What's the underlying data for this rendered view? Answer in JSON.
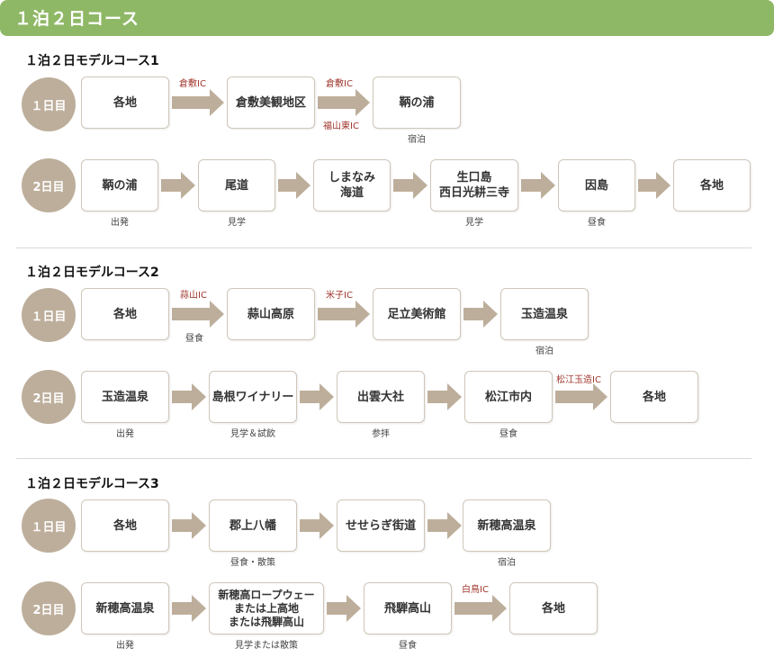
{
  "header": {
    "title": "１泊２日コース"
  },
  "courses": [
    {
      "title": "１泊２日モデルコース1",
      "day1": {
        "label": "１日目",
        "spots": [
          "各地",
          "倉敷美観地区",
          "鞆の浦"
        ],
        "arrow_top": [
          "倉敷IC",
          "倉敷IC"
        ],
        "arrow_bottom": [
          "",
          "福山東IC"
        ],
        "notes": [
          "",
          "",
          "宿泊"
        ]
      },
      "day2": {
        "label": "2日目",
        "spots": [
          "鞆の浦",
          "尾道",
          "しまなみ\n海道",
          "生口島\n西日光耕三寺",
          "因島",
          "各地"
        ],
        "notes": [
          "出発",
          "見学",
          "",
          "見学",
          "昼食",
          ""
        ]
      }
    },
    {
      "title": "１泊２日モデルコース2",
      "day1": {
        "label": "１日目",
        "spots": [
          "各地",
          "蒜山高原",
          "足立美術館",
          "玉造温泉"
        ],
        "arrow_top": [
          "蒜山IC",
          "米子IC",
          ""
        ],
        "arrow_bottom": [
          "昼食",
          "",
          ""
        ],
        "notes": [
          "",
          "",
          "",
          "宿泊"
        ]
      },
      "day2": {
        "label": "2日目",
        "spots": [
          "玉造温泉",
          "島根ワイナリー",
          "出雲大社",
          "松江市内",
          "各地"
        ],
        "arrow_top": [
          "",
          "",
          "",
          "松江玉造IC"
        ],
        "notes": [
          "出発",
          "見学＆試飲",
          "参拝",
          "昼食",
          ""
        ]
      }
    },
    {
      "title": "１泊２日モデルコース3",
      "day1": {
        "label": "１日目",
        "spots": [
          "各地",
          "郡上八幡",
          "せせらぎ街道",
          "新穂高温泉"
        ],
        "notes": [
          "",
          "昼食・散策",
          "",
          "宿泊"
        ]
      },
      "day2": {
        "label": "2日目",
        "spots": [
          "新穂高温泉",
          "新穂高ロープウェー\nまたは上高地\nまたは飛騨高山",
          "飛騨高山",
          "各地"
        ],
        "arrow_top": [
          "",
          "",
          "白鳥IC"
        ],
        "notes": [
          "出発",
          "見学または散策",
          "昼食",
          ""
        ]
      }
    }
  ],
  "colors": {
    "header_bg": "#8fb866",
    "day_circle": "#bdae9b",
    "arrow": "#bdae9b",
    "ic_text": "#a0342a",
    "box_border": "#cfc6b8"
  }
}
